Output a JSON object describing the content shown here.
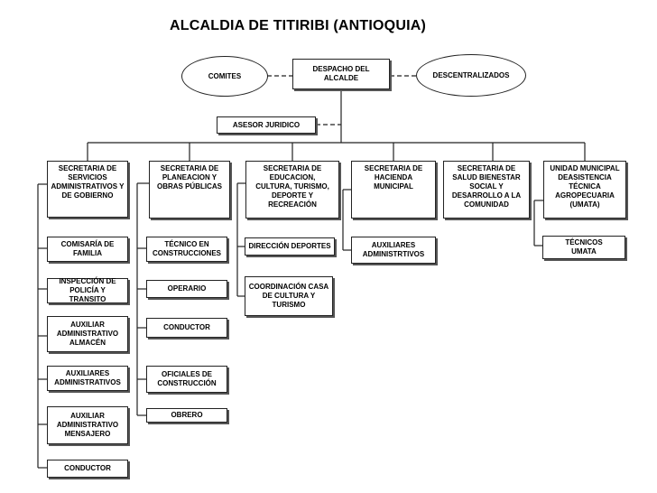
{
  "title": "ALCALDIA DE TITIRIBI (ANTIOQUIA)",
  "top": {
    "comites": "COMITES",
    "despacho": "DESPACHO DEL\nALCALDE",
    "descentralizados": "DESCENTRALIZADOS",
    "asesor": "ASESOR JURIDICO"
  },
  "secretarias": {
    "servicios": "SECRETARIA DE\nSERVICIOS\nADMINISTRATIVOS Y\nDE GOBIERNO",
    "planeacion": "SECRETARIA DE\nPLANEACION Y\nOBRAS PÚBLICAS",
    "educacion": "SECRETARIA DE\nEDUCACION,\nCULTURA, TURISMO,\nDEPORTE Y\nRECREACIÓN",
    "hacienda": "SECRETARIA DE\nHACIENDA\nMUNICIPAL",
    "salud": "SECRETARIA DE\nSALUD BIENESTAR\nSOCIAL Y\nDESARROLLO A LA\nCOMUNIDAD",
    "umata": "UNIDAD MUNICIPAL\nDEASISTENCIA\nTÉCNICA\nAGROPECUARIA\n(UMATA)"
  },
  "servicios_sub": [
    "COMISARÍA DE\nFAMILIA",
    "INSPECCIÓN DE\nPOLICÍA Y TRANSITO",
    "AUXILIAR\nADMINISTRATIVO\nALMACÉN",
    "AUXILIARES\nADMINISTRATIVOS",
    "AUXILIAR\nADMINISTRATIVO\nMENSAJERO",
    "CONDUCTOR"
  ],
  "planeacion_sub": [
    "TÉCNICO EN\nCONSTRUCCIONES",
    "OPERARIO",
    "CONDUCTOR",
    "OFICIALES DE\nCONSTRUCCIÓN",
    "OBRERO"
  ],
  "educacion_sub": [
    "DIRECCIÓN DEPORTES",
    "COORDINACIÓN CASA\nDE CULTURA Y\nTURISMO"
  ],
  "hacienda_sub": [
    "AUXILIARES\nADMINISTRTIVOS"
  ],
  "umata_sub": [
    "TÉCNICOS\nUMATA"
  ]
}
